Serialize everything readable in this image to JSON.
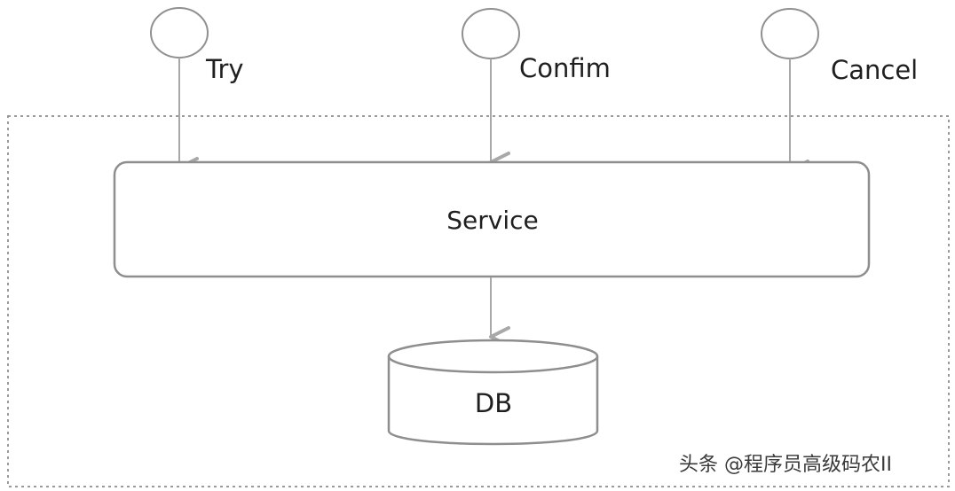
{
  "diagram": {
    "entrypoints": [
      {
        "id": "try",
        "label": "Try"
      },
      {
        "id": "confirm",
        "label": "Confim"
      },
      {
        "id": "cancel",
        "label": "Cancel"
      }
    ],
    "service": {
      "label": "Service"
    },
    "database": {
      "label": "DB"
    }
  },
  "watermark": {
    "text": "头条 @程序员高级码农II"
  },
  "colors": {
    "line": "#a8a8a8",
    "border": "#8e8e8e",
    "dotted": "#9a9a9a",
    "text": "#1f1f1f"
  }
}
